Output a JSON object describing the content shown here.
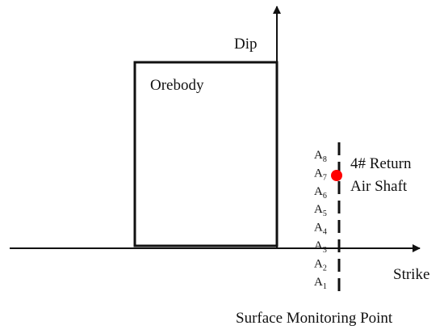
{
  "axes": {
    "vertical_label": "Dip",
    "horizontal_label": "Strike"
  },
  "orebody": {
    "label": "Orebody"
  },
  "shaft": {
    "label_line1": "4# Return",
    "label_line2": "Air Shaft",
    "marker_color": "#ff0000"
  },
  "monitoring": {
    "caption": "Surface Monitoring Point",
    "points": [
      {
        "letter": "A",
        "index": "8"
      },
      {
        "letter": "A",
        "index": "7"
      },
      {
        "letter": "A",
        "index": "6"
      },
      {
        "letter": "A",
        "index": "5"
      },
      {
        "letter": "A",
        "index": "4"
      },
      {
        "letter": "A",
        "index": "3"
      },
      {
        "letter": "A",
        "index": "2"
      },
      {
        "letter": "A",
        "index": "1"
      }
    ]
  },
  "colors": {
    "line": "#111111",
    "background": "#ffffff"
  }
}
